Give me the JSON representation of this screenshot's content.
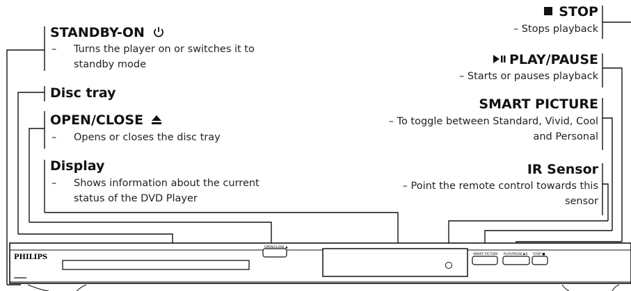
{
  "labels": {
    "standby": {
      "title": "STANDBY-ON",
      "icon": "power-icon",
      "desc_lines": [
        "Turns the player on or switches it to",
        "standby mode"
      ]
    },
    "disc_tray": {
      "title": "Disc tray"
    },
    "open_close": {
      "title": "OPEN/CLOSE",
      "icon": "eject-icon",
      "desc_lines": [
        "Opens or closes the disc tray"
      ]
    },
    "display": {
      "title": "Display",
      "desc_lines": [
        "Shows information about the current",
        "status of the DVD Player"
      ]
    },
    "stop": {
      "title": "STOP",
      "icon": "stop-square-icon",
      "desc_lines": [
        "– Stops playback"
      ]
    },
    "play_pause": {
      "title": "PLAY/PAUSE",
      "icon": "play-pause-icon",
      "desc_lines": [
        "– Starts or pauses playback"
      ]
    },
    "smart_picture": {
      "title": "SMART PICTURE",
      "desc_lines": [
        "– To toggle between Standard, Vivid, Cool",
        "and Personal"
      ]
    },
    "ir_sensor": {
      "title": "IR Sensor",
      "desc_lines": [
        "– Point the remote control towards this",
        "sensor"
      ]
    }
  },
  "dash_char": "–",
  "device": {
    "brand": "PHILIPS",
    "button_labels": [
      "OPEN/CLOSE ▲",
      "SMART PICTURE",
      "PLAY/PAUSE ▶II",
      "STOP ■"
    ]
  }
}
